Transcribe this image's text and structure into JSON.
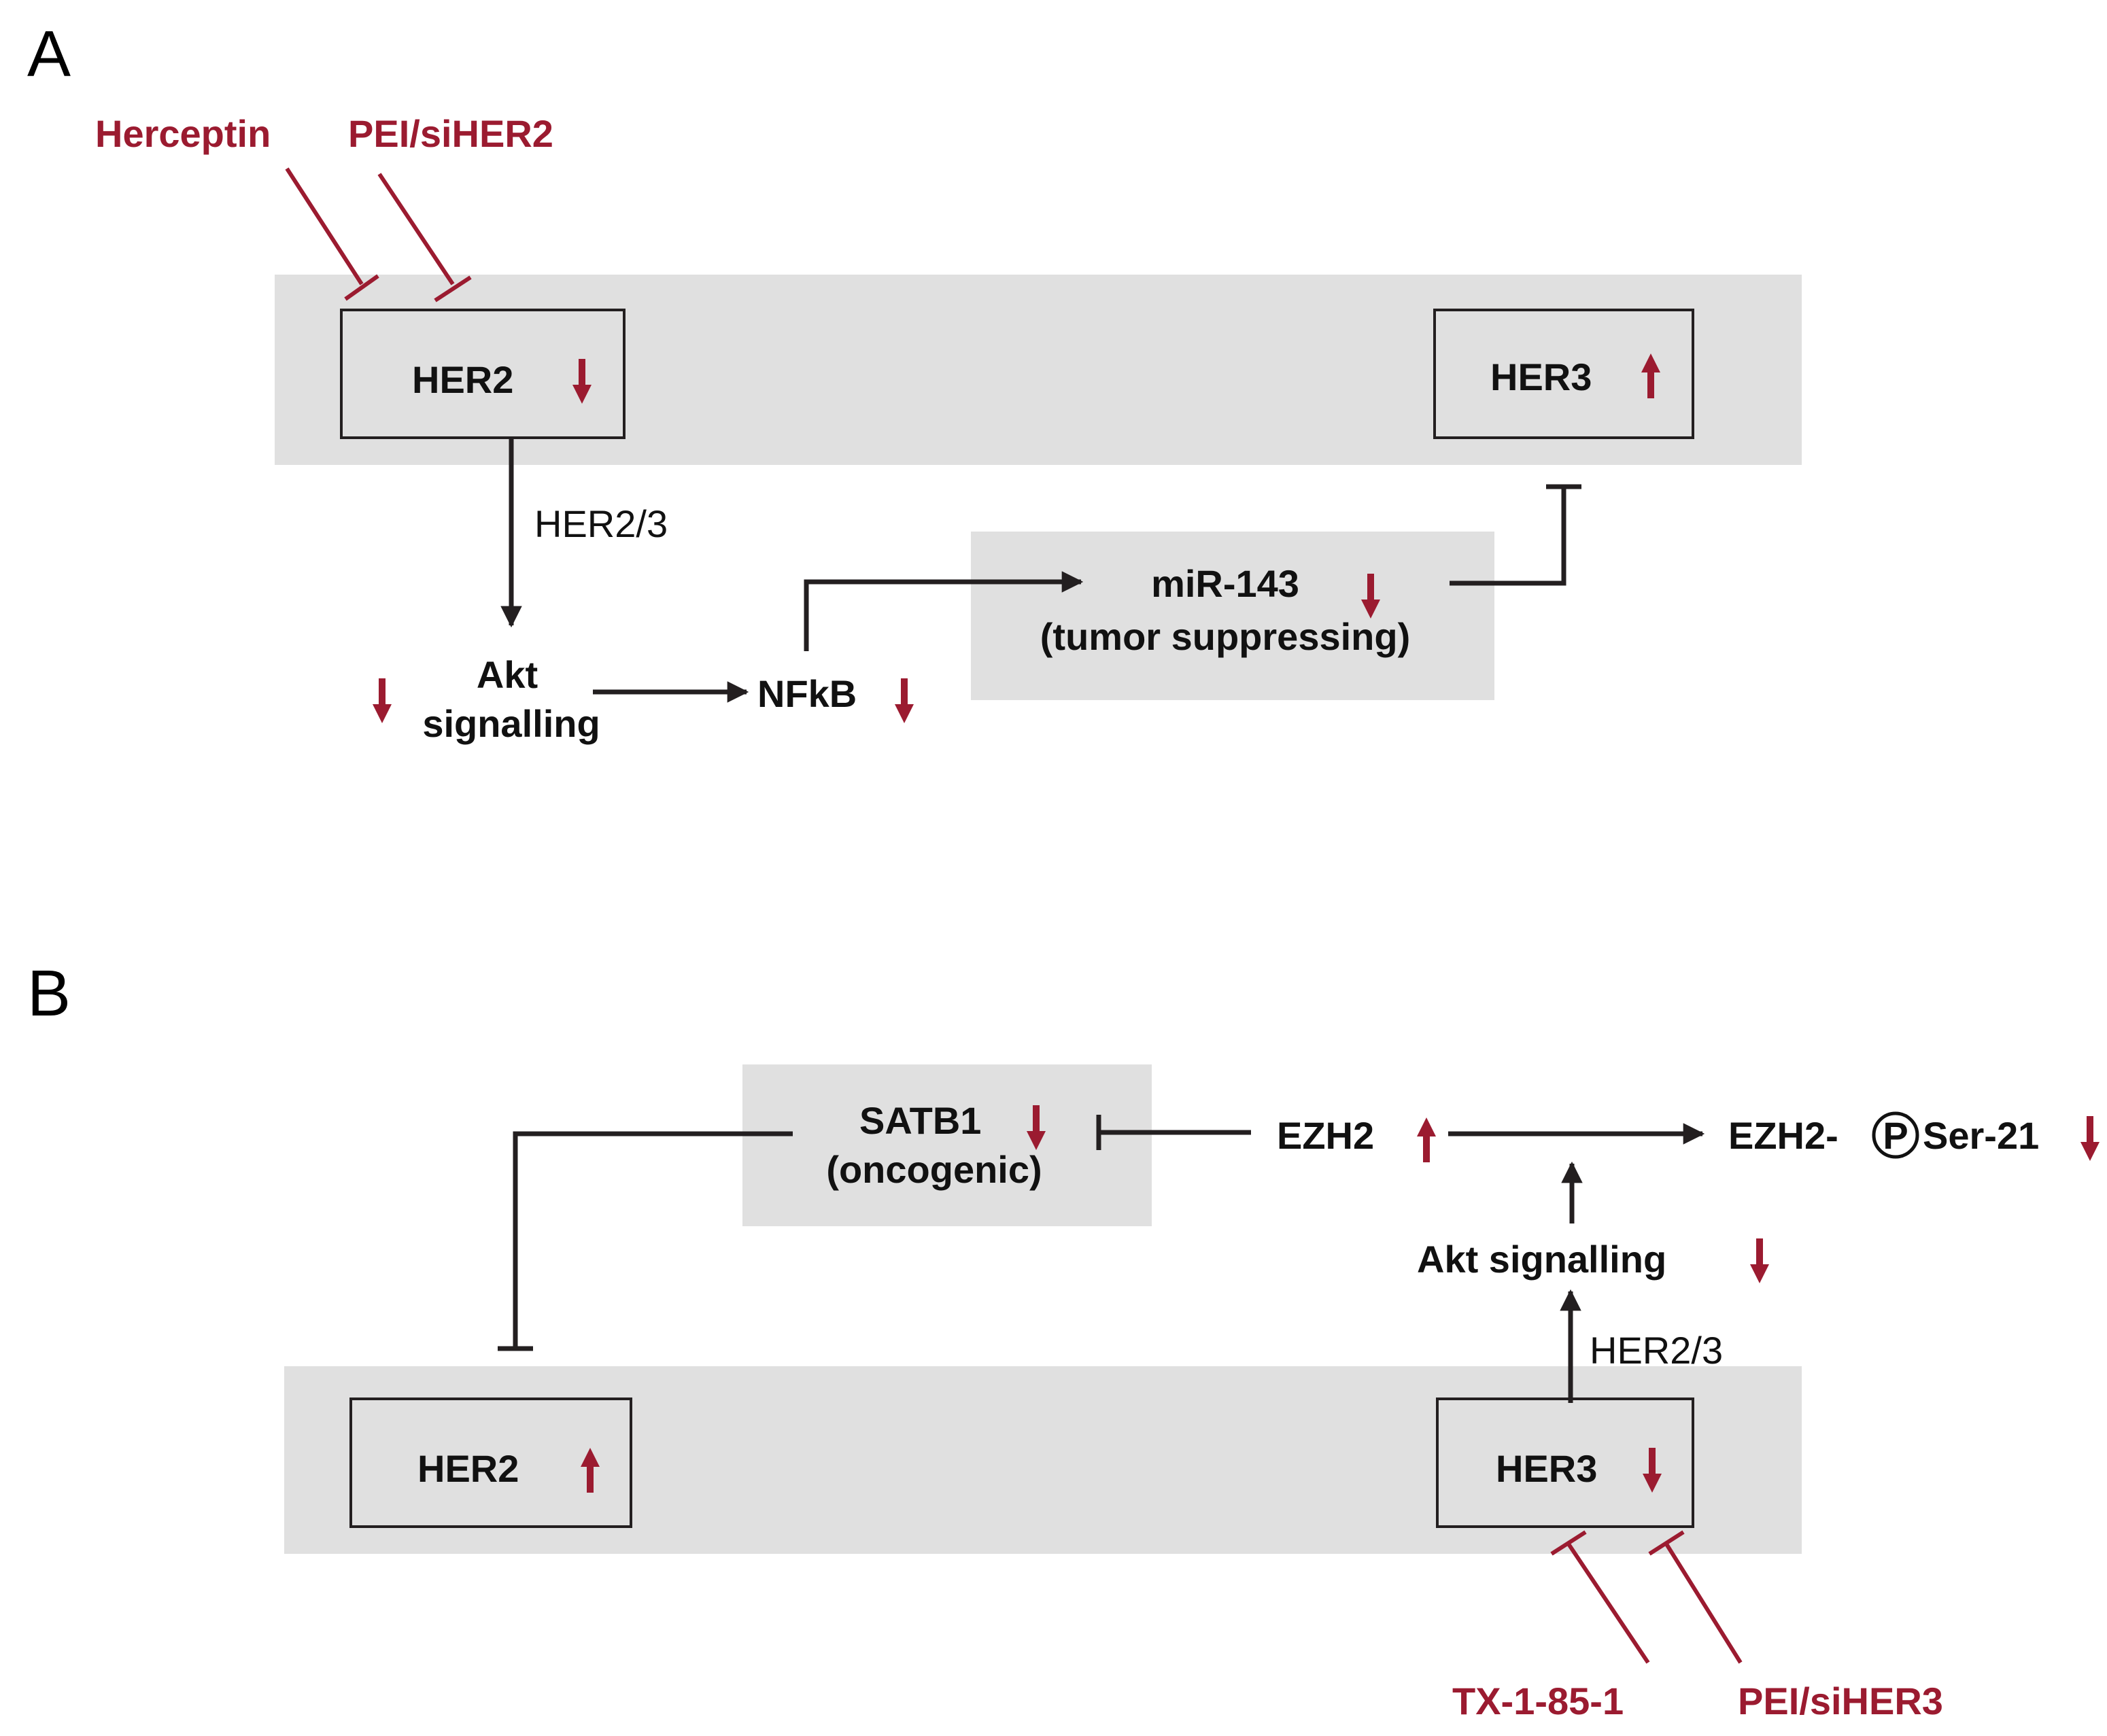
{
  "colors": {
    "accent_red": "#9b1b30",
    "line": "#231f20",
    "shade": "#e0e0e0"
  },
  "panel_a": {
    "label": "A",
    "herceptin": "Herceptin",
    "pei_siher2": "PEI/siHER2",
    "her2": "HER2",
    "her3": "HER3",
    "her23_edge": "HER2/3",
    "akt_line1": "Akt",
    "akt_line2": "signalling",
    "nfkb": "NFkB",
    "mir143_line1": "miR-143",
    "mir143_line2": "(tumor suppressing)"
  },
  "panel_b": {
    "label": "B",
    "satb1_line1": "SATB1",
    "satb1_line2": "(oncogenic)",
    "ezh2": "EZH2",
    "ezh2_p_prefix": "EZH2-",
    "p_symbol": "P",
    "ezh2_p_suffix": "Ser-21",
    "akt": "Akt signalling",
    "her23_edge": "HER2/3",
    "her2": "HER2",
    "her3": "HER3",
    "tx": "TX-1-85-1",
    "pei_siher3": "PEI/siHER3"
  },
  "icons": {
    "up": "arrow-up-icon",
    "down": "arrow-down-icon"
  }
}
